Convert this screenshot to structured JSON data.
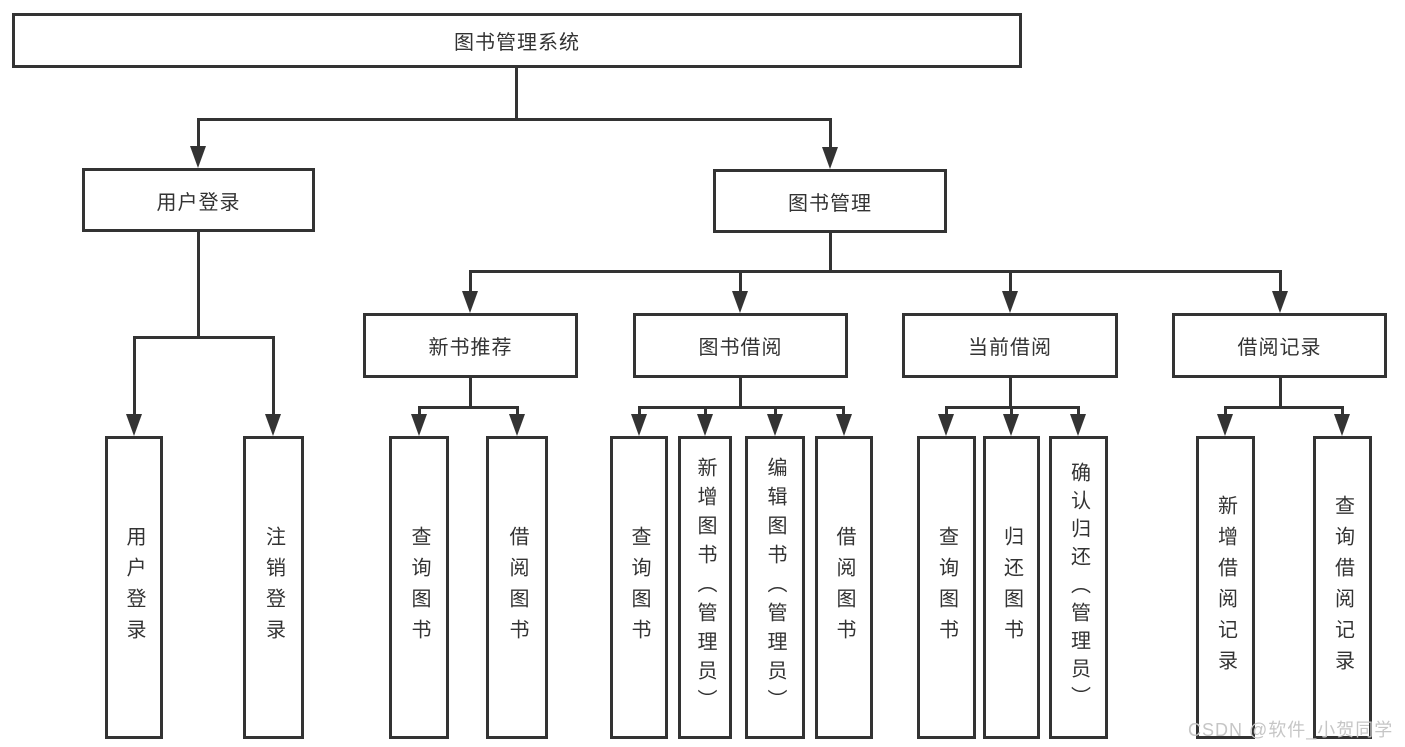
{
  "root": {
    "label": "图书管理系统"
  },
  "user_branch": {
    "label": "用户登录",
    "leaves": [
      "用户登录",
      "注销登录"
    ]
  },
  "mgmt_branch": {
    "label": "图书管理"
  },
  "sections": [
    {
      "label": "新书推荐",
      "leaves": [
        "查询图书",
        "借阅图书"
      ]
    },
    {
      "label": "图书借阅",
      "leaves": [
        "查询图书",
        "新增图书（管理员）",
        "编辑图书（管理员）",
        "借阅图书"
      ]
    },
    {
      "label": "当前借阅",
      "leaves": [
        "查询图书",
        "归还图书",
        "确认归还（管理员）"
      ]
    },
    {
      "label": "借阅记录",
      "leaves": [
        "新增借阅记录",
        "查询借阅记录"
      ]
    }
  ],
  "watermark": {
    "text": "CSDN @软件_小贺同学"
  },
  "colors": {
    "line": "#333333",
    "text": "#333333",
    "box_background": "#ffffff",
    "watermark": "#c6c6c6"
  }
}
